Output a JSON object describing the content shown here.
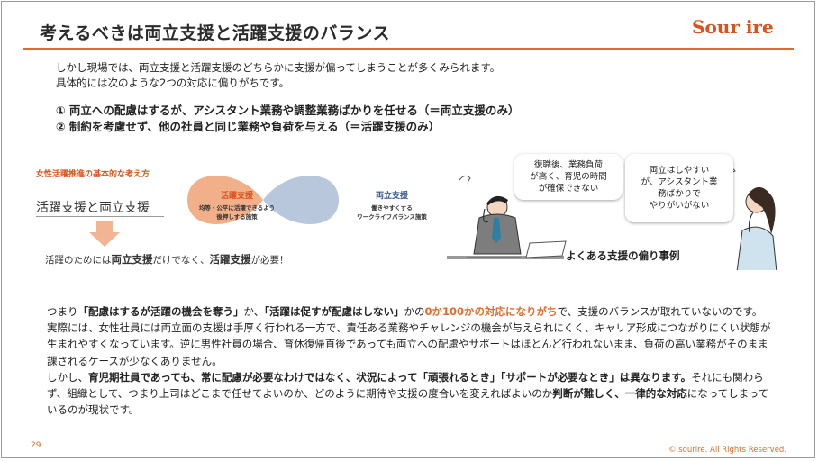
{
  "slide": {
    "title": "考えるべきは両立支援と活躍支援のバランス",
    "logo": "Sour ire",
    "intro": [
      "しかし現場では、両立支援と活躍支援のどちらかに支援が偏ってしまうことが多くみられます。",
      "具体的には次のような2つの対応に偏りがちです。"
    ],
    "points": [
      "① 両立への配慮はするが、アシスタント業務や調整業務ばかりを任せる（＝両立支援のみ）",
      "② 制約を考慮せず、他の社員と同じ業務や負荷を与える（＝活躍支援のみ）"
    ],
    "page_number": "29",
    "copyright": "© sourire. All Rights Reserved."
  },
  "diagram": {
    "heading": "女性活躍推進の基本的な考え方",
    "main_text": "活躍支援と両立支援",
    "left_title": "活躍支援",
    "left_desc_1": "均等・公平に活躍できるよう",
    "left_desc_2": "後押しする施策",
    "right_title": "両立支援",
    "right_desc_1": "働きやすくする",
    "right_desc_2": "ワークライフバランス施策",
    "foot_a": "活躍のためには",
    "foot_b": "両立支援",
    "foot_c": "だけでなく、",
    "foot_d": "活躍支援",
    "foot_e": "が必要！",
    "colors": {
      "left": "#f2b08a",
      "right": "#b9c7dc",
      "accent": "#e36a2b"
    }
  },
  "illustration": {
    "bubble_left": [
      "復職後、業務負荷",
      "が高く、育児の時間",
      "が確保できない"
    ],
    "bubble_right": [
      "両立はしやすい",
      "が、アシスタント業",
      "務ばかりで",
      "やりがいがない"
    ],
    "caption": "よくある支援の偏り事例"
  },
  "body": {
    "p1": {
      "t1": "つまり",
      "t2": "「配慮はするが活躍の機会を奪う」",
      "t3": "か、",
      "t4": "「活躍は促すが配慮はしない」",
      "t5": "かの",
      "t6": "0か100かの対応になりがち",
      "t7": "で、支援のバランスが取れていないのです。"
    },
    "p2": "実際には、女性社員には両立面の支援は手厚く行われる一方で、責任ある業務やチャレンジの機会が与えられにくく、キャリア形成につながりにくい状態が生まれやすくなっています。逆に男性社員の場合、育休復帰直後であっても両立への配慮やサポートはほとんど行われないまま、負荷の高い業務がそのまま課されるケースが少なくありません。",
    "p3": {
      "t1": "しかし、",
      "t2": "育児期社員であっても、常に配慮が必要なわけではなく、状況によって「頑張れるとき」「サポートが必要なとき」は異なります。",
      "t3": "それにも関わらず、組織として、つまり上司はどこまで任せてよいのか、どのように期待や支援の度合いを変えればよいのか",
      "t4": "判断が難しく、一律的な対応",
      "t5": "になってしまっているのが現状です。"
    }
  }
}
